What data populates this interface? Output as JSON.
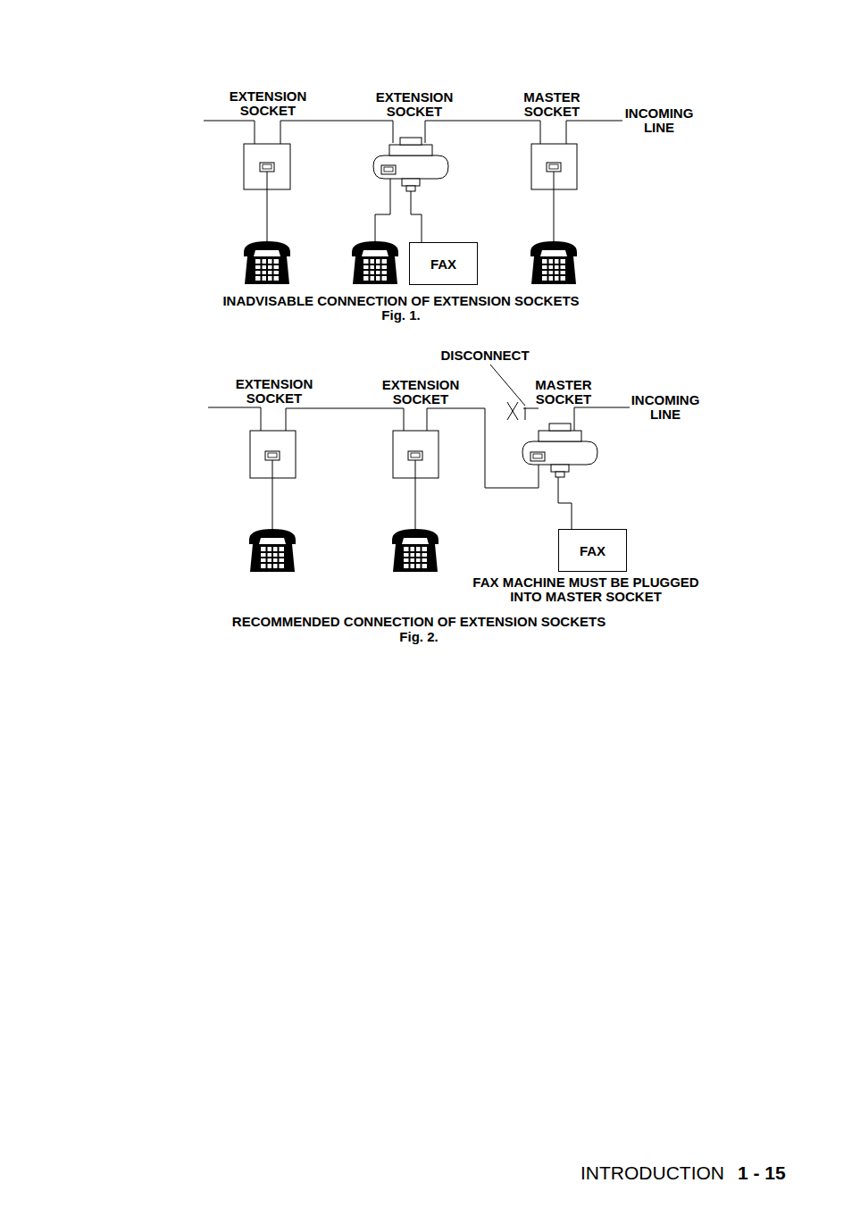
{
  "diagram": {
    "nodes": [
      {
        "text": [
          "FAX"
        ]
      },
      {
        "text": [
          "FAX"
        ]
      }
    ],
    "labels": [
      "EXTENSION SOCKET",
      "EXTENSION SOCKET",
      "MASTER SOCKET",
      "INCOMING LINE",
      "INADVISABLE CONNECTION OF EXTENSION SOCKETS",
      "Fig. 1.",
      "DISCONNECT",
      "EXTENSION SOCKET",
      "EXTENSION SOCKET",
      "MASTER SOCKET",
      "INCOMING LINE",
      "FAX MACHINE MUST BE PLUGGED INTO MASTER SOCKET",
      "RECOMMENDED CONNECTION OF EXTENSION SOCKETS",
      "Fig. 2.",
      "INTRODUCTION",
      "1 - 15"
    ]
  }
}
